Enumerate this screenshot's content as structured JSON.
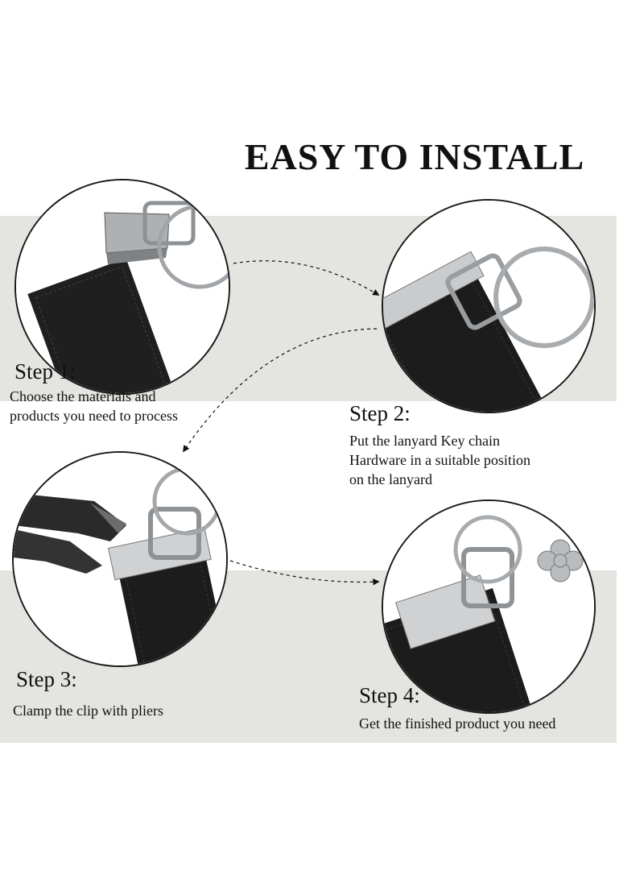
{
  "title": "EASY TO INSTALL",
  "steps": [
    {
      "label": "Step 1:",
      "lines": [
        "Choose the materials and",
        "products you need to process"
      ]
    },
    {
      "label": "Step 2:",
      "lines": [
        "Put the lanyard Key chain",
        "Hardware in a suitable position",
        "on the lanyard"
      ]
    },
    {
      "label": "Step 3:",
      "lines": [
        "Clamp the clip with pliers"
      ]
    },
    {
      "label": "Step 4:",
      "lines": [
        "Get the finished product you need"
      ]
    }
  ],
  "colors": {
    "band": "#e4e4e1",
    "text": "#111111",
    "leather": "#1c1c1c",
    "metal": "#c9cbcd"
  }
}
